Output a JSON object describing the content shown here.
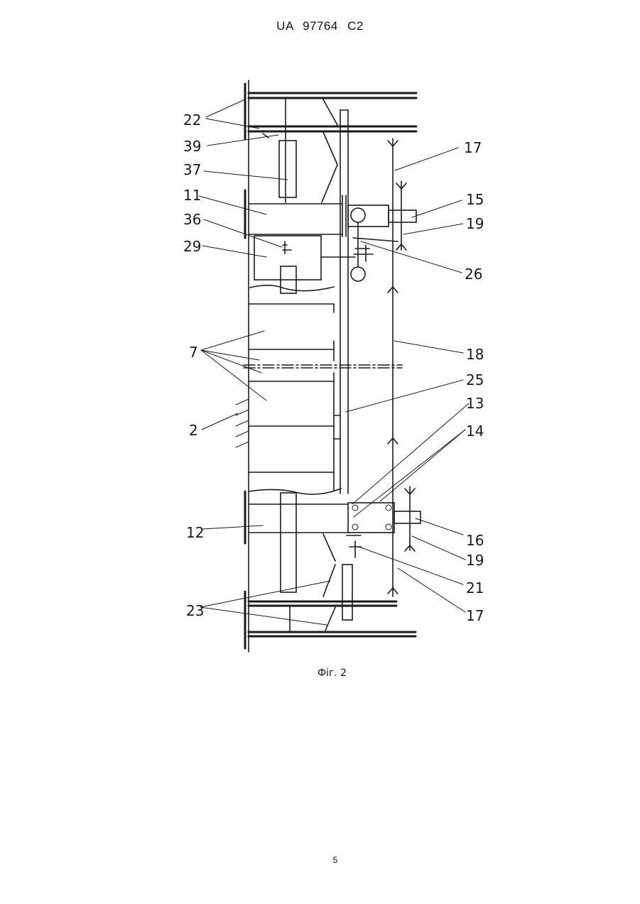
{
  "header": {
    "doc_id": "UA   97764   C2"
  },
  "figure": {
    "caption": "Фіг. 2",
    "labels": [
      "22",
      "39",
      "37",
      "11",
      "36",
      "29",
      "7",
      "2",
      "12",
      "23",
      "17",
      "15",
      "19",
      "26",
      "18",
      "25",
      "13",
      "14",
      "16",
      "19",
      "21",
      "17"
    ]
  },
  "footer": {
    "page_number": "5"
  }
}
